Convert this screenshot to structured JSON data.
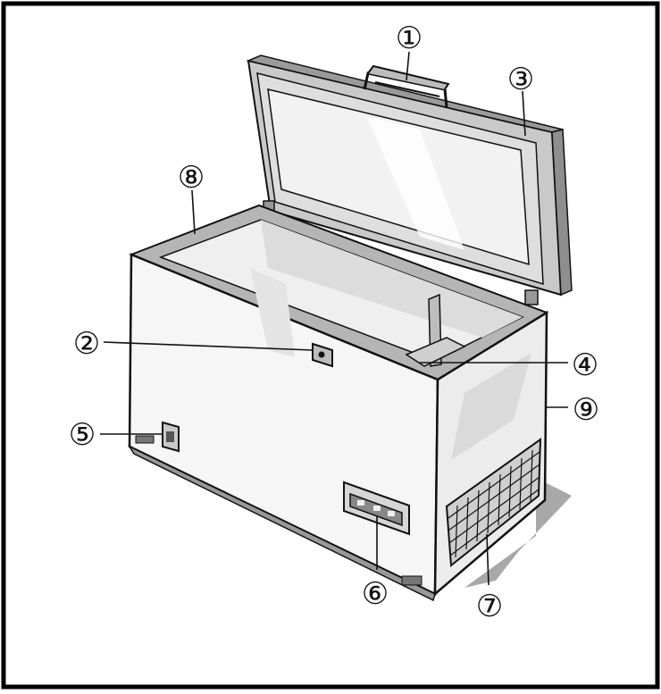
{
  "diagram": {
    "callouts": [
      {
        "id": "c1",
        "label": "①"
      },
      {
        "id": "c2",
        "label": "②"
      },
      {
        "id": "c3",
        "label": "③"
      },
      {
        "id": "c4",
        "label": "④"
      },
      {
        "id": "c5",
        "label": "⑤"
      },
      {
        "id": "c6",
        "label": "⑥"
      },
      {
        "id": "c7",
        "label": "⑦"
      },
      {
        "id": "c8",
        "label": "⑧"
      },
      {
        "id": "c9",
        "label": "⑨"
      }
    ]
  },
  "colors": {
    "ink": "#111111",
    "border": "#000000",
    "body": "#f6f6f6",
    "shade": "#c9c9c9",
    "rim": "#b5b5b5",
    "glass": "#eaeaea",
    "shadow": "#a8a8a8"
  }
}
